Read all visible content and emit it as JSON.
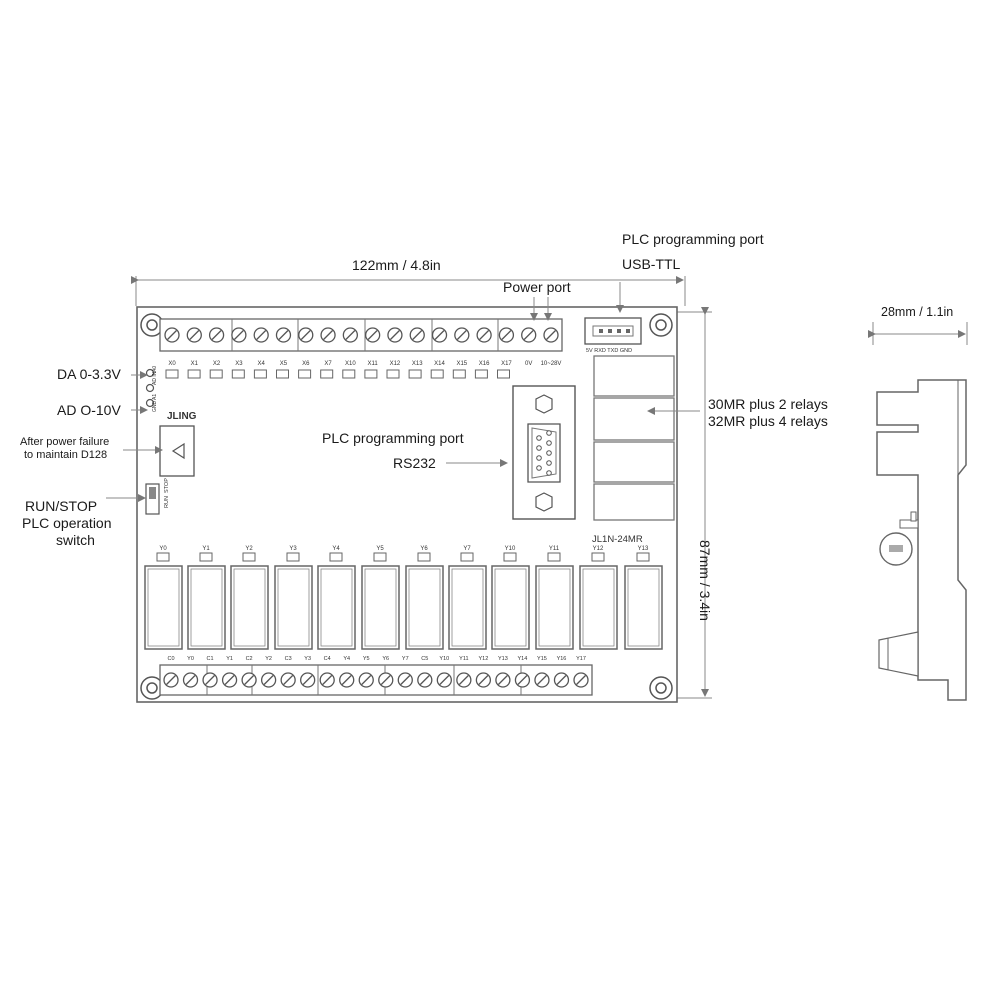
{
  "dimensions": {
    "width_label": "122mm / 4.8in",
    "height_label": "87mm / 3.4in",
    "depth_label": "28mm / 1.1in"
  },
  "callouts": {
    "usb_title": "PLC programming port",
    "usb_type": "USB-TTL",
    "power_port": "Power port",
    "da": "DA 0-3.3V",
    "ad": "AD O-10V",
    "power_failure_line1": "After power failure",
    "power_failure_line2": "to maintain D128",
    "run_stop_line1": "RUN/STOP",
    "run_stop_line2": "PLC operation",
    "run_stop_line3": "switch",
    "rs232_title": "PLC programming port",
    "rs232_type": "RS232",
    "relays_line1": "30MR plus 2 relays",
    "relays_line2": "32MR plus 4 relays"
  },
  "board": {
    "brand": "JLING",
    "model": "JL1N-24MR",
    "usb_pins": "5V RXD TXD GND",
    "analog_pins": [
      "A0",
      "AD IN",
      "A1",
      "GND"
    ],
    "switch_labels": [
      "RUN",
      "STOP"
    ],
    "top_terminals": [
      "X0",
      "X1",
      "X2",
      "X3",
      "X4",
      "X5",
      "X6",
      "X7",
      "X10",
      "X11",
      "X12",
      "X13",
      "X14",
      "X15",
      "X16",
      "X17",
      "0V",
      "10~28V"
    ],
    "output_leds": [
      "Y0",
      "Y1",
      "Y2",
      "Y3",
      "Y4",
      "Y5",
      "Y6",
      "Y7",
      "Y10",
      "Y11",
      "Y12",
      "Y13"
    ],
    "bottom_terminals": [
      "C0",
      "Y0",
      "C1",
      "Y1",
      "C2",
      "Y2",
      "C3",
      "Y3",
      "C4",
      "Y4",
      "Y5",
      "Y6",
      "Y7",
      "C5",
      "Y10",
      "Y11",
      "Y12",
      "Y13",
      "Y14",
      "Y15",
      "Y16",
      "Y17"
    ]
  }
}
